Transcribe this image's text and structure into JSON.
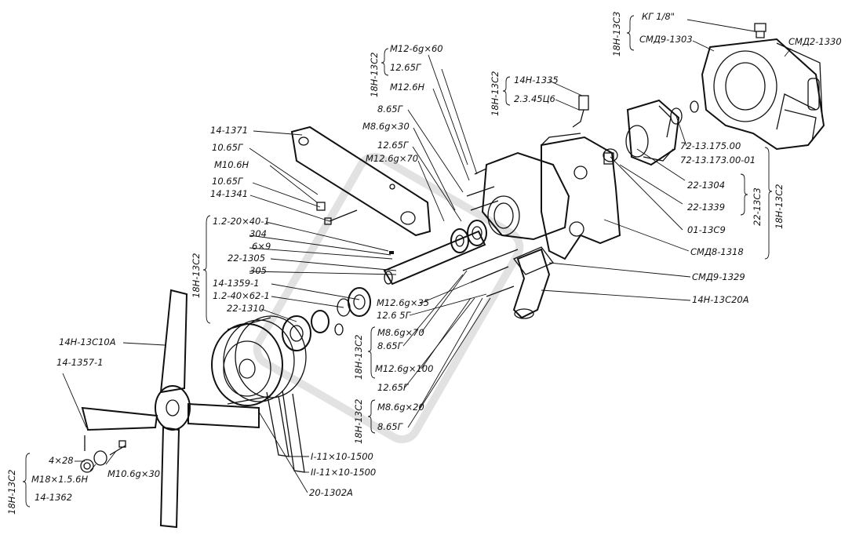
{
  "callouts": {
    "kg18": "КГ 1/8\"",
    "smd9_1303": "СМД9-1303",
    "smd2_1330": "СМД2-1330",
    "m12_60": "М12-6g×60",
    "m12_60_sub": "6g",
    "l_12_65g": "12.65Г",
    "m12_6n": "М12.6Н",
    "l_8_65g_a": "8.65Г",
    "m8_30": "М8.6g×30",
    "l_12_65g_b": "12.65Г",
    "m12_70": "М12.6g×70",
    "h14_1371": "14-1371",
    "l_10_65g": "10.65Г",
    "m10_6n": "М10.6Н",
    "l_10_65g_b": "10.65Г",
    "h14_1341": "14-1341",
    "l_1_2_20_40": "1.2-20×40-1",
    "l_304": "304",
    "l_6x9": "6×9",
    "l_22_1305": "22-1305",
    "l_305": "305",
    "l_14_1359": "14-1359-1",
    "l_1_2_40_62": "1.2-40×62-1",
    "l_22_1310": "22-1310",
    "h14n_1335": "14Н-1335",
    "l_2_3_45": "2.3.45Ц6",
    "l_72_175": "72-13.175.00",
    "l_72_173": "72-13.173.00-01",
    "l_22_1304": "22-1304",
    "l_22_1339": "22-1339",
    "l_01_13s9": "01-13С9",
    "smd8_1318": "СМД8-1318",
    "smd9_1329": "СМД9-1329",
    "l_14n_13s20a": "14Н-13С20А",
    "m12_35": "М12.6g×35",
    "l_12_65g_c": "12.6 5Г",
    "m8_70": "М8.6g×70",
    "l_8_65g_b": "8.65Г",
    "m12_100": "М12.6g×100",
    "l_12_65g_d": "12.65Г",
    "m8_20": "М8.6g×20",
    "l_8_65g_c": "8.65Г",
    "belt1": "I-11×10-1500",
    "belt2": "II-11×10-1500",
    "l_20_1302a": "20-1302А",
    "l_14n_13s10a": "14Н-13С10А",
    "l_14_1357": "14-1357-1",
    "l_4x28": "4×28",
    "m18": "М18×1.5.6Н",
    "m10_30": "М10.6g×30",
    "l_14_1362": "14-1362"
  },
  "groups": {
    "g_18n_13s3": "18Н-13С3",
    "g_18n_13s2_top": "18Н-13С2",
    "g_18n_13s2_b": "18Н-13С2",
    "g_18n_13s2_left": "18Н-13С2",
    "g_22_13s3": "22-13С3",
    "g_18n_13s2_right": "18Н-13С2",
    "g_18n_13s2_mid": "18Н-13С2",
    "g_18n_13s2_low": "18Н-13С2",
    "g_18n_13s2_fan": "18Н-13С2"
  }
}
